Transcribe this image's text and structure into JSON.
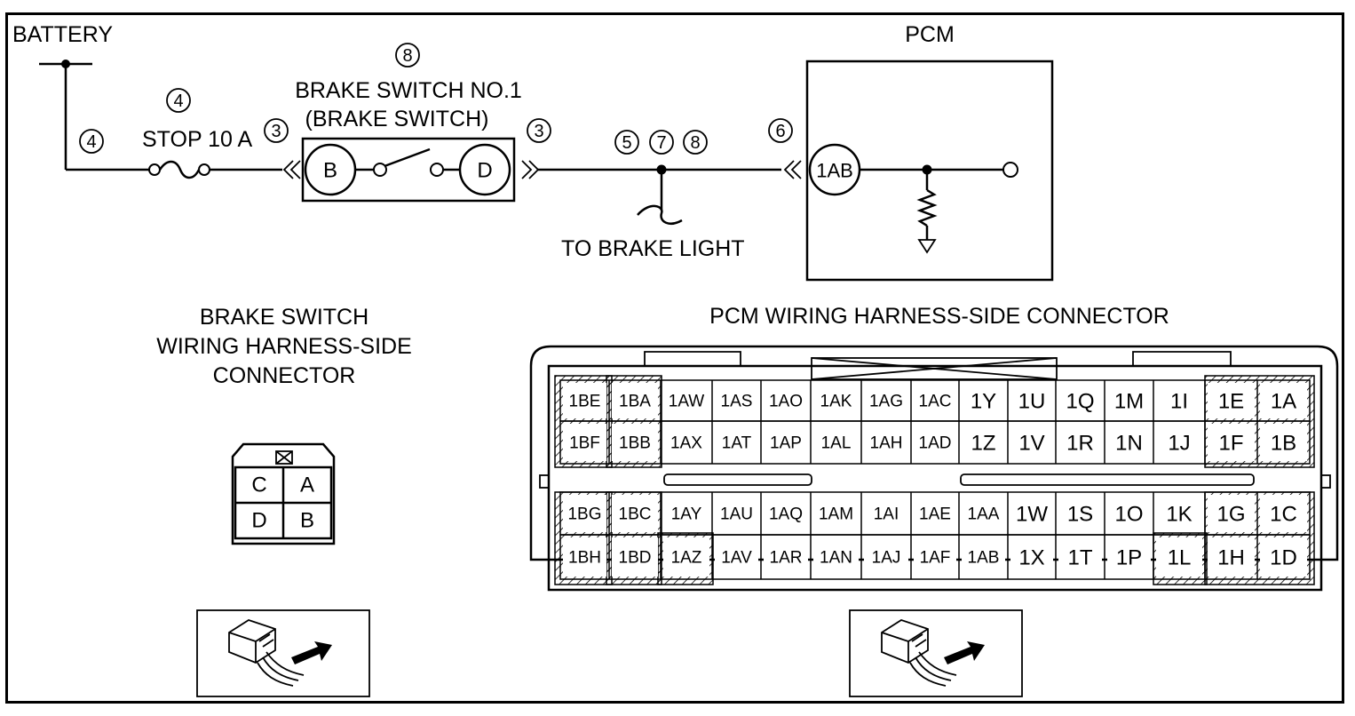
{
  "labels": {
    "battery": "BATTERY",
    "pcm": "PCM",
    "brake_switch_no": "BRAKE SWITCH NO.1",
    "brake_switch_paren": "(BRAKE SWITCH)",
    "stop_fuse": "STOP 10 A",
    "to_brake_light": "TO BRAKE LIGHT",
    "brake_conn_line1": "BRAKE SWITCH",
    "brake_conn_line2": "WIRING HARNESS-SIDE",
    "brake_conn_line3": "CONNECTOR",
    "pcm_conn_title": "PCM WIRING HARNESS-SIDE CONNECTOR"
  },
  "callouts": {
    "fuse_top": "4",
    "fuse_left": "4",
    "switch_top": "8",
    "switch_left": "3",
    "switch_right": "3",
    "junction_a": "5",
    "junction_b": "7",
    "junction_c": "8",
    "pcm_entry": "6"
  },
  "terminals": {
    "switch_b": "B",
    "switch_d": "D",
    "pcm_1ab": "1AB"
  },
  "brake_connector_pins": [
    [
      "C",
      "A"
    ],
    [
      "D",
      "B"
    ]
  ],
  "pcm_connector_rows": [
    [
      "1BE",
      "1BA",
      "1AW",
      "1AS",
      "1AO",
      "1AK",
      "1AG",
      "1AC",
      "1Y",
      "1U",
      "1Q",
      "1M",
      "1I",
      "1E",
      "1A"
    ],
    [
      "1BF",
      "1BB",
      "1AX",
      "1AT",
      "1AP",
      "1AL",
      "1AH",
      "1AD",
      "1Z",
      "1V",
      "1R",
      "1N",
      "1J",
      "1F",
      "1B"
    ],
    [
      "1BG",
      "1BC",
      "1AY",
      "1AU",
      "1AQ",
      "1AM",
      "1AI",
      "1AE",
      "1AA",
      "1W",
      "1S",
      "1O",
      "1K",
      "1G",
      "1C"
    ],
    [
      "1BH",
      "1BD",
      "1AZ",
      "1AV",
      "1AR",
      "1AN",
      "1AJ",
      "1AF",
      "1AB",
      "1X",
      "1T",
      "1P",
      "1L",
      "1H",
      "1D"
    ]
  ],
  "icons": {
    "harness_view_left": "connector-harness-view-icon",
    "harness_view_right": "connector-harness-view-icon"
  }
}
